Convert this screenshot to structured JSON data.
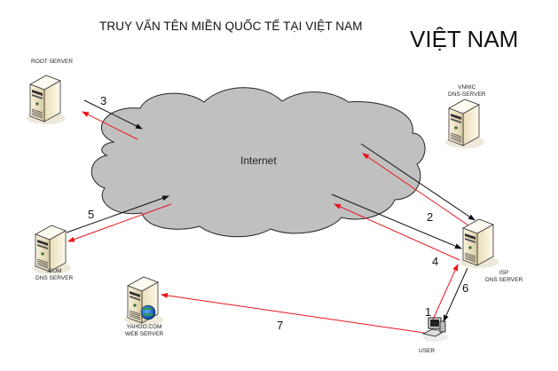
{
  "title": "TRUY VẤN TÊN MIỀN QUỐC TẾ TẠI VIỆT NAM",
  "country": "VIỆT NAM",
  "cloud": {
    "label": "Internet"
  },
  "nodes": {
    "root": {
      "label": "ROOT SERVER",
      "icon": "server-icon"
    },
    "vnnic": {
      "label_line1": "VNNIC",
      "label_line2": "DNS-SERVER",
      "icon": "server-icon"
    },
    "com": {
      "label_line1": ".COM",
      "label_line2": "DNS SERVER",
      "icon": "server-icon"
    },
    "isp": {
      "label_line1": "ISP",
      "label_line2": "DNS SERVER",
      "icon": "server-icon"
    },
    "yahoo": {
      "label_line1": "YAHOO.COM",
      "label_line2": "WEB SERVER",
      "icon": "web-server-globe-icon"
    },
    "user": {
      "label": "USER",
      "icon": "computer-icon"
    }
  },
  "steps": {
    "s1": "1",
    "s2": "2",
    "s3": "3",
    "s4": "4",
    "s5": "5",
    "s6": "6",
    "s7": "7"
  },
  "colors": {
    "request_arrow": "#111111",
    "response_arrow": "#e8141c",
    "cloud_fill": "#c0c0c0",
    "server_body": "#efe5cc"
  }
}
